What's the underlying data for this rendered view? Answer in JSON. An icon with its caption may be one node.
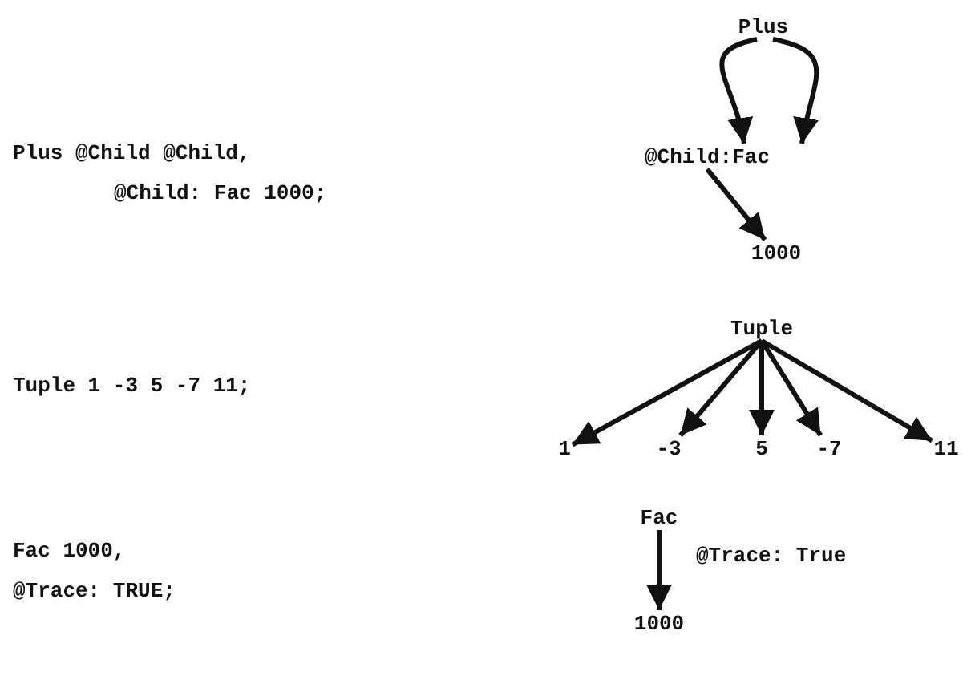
{
  "diagram": {
    "nodes": [
      {
        "text": [
          "Plus"
        ]
      },
      {
        "text": [
          "@Child:Fac"
        ]
      },
      {
        "text": [
          "1000"
        ]
      },
      {
        "text": [
          "Tuple"
        ]
      },
      {
        "text": [
          "1"
        ]
      },
      {
        "text": [
          "-3"
        ]
      },
      {
        "text": [
          "5"
        ]
      },
      {
        "text": [
          "-7"
        ]
      },
      {
        "text": [
          "11"
        ]
      },
      {
        "text": [
          "Fac"
        ]
      },
      {
        "text": [
          "1000"
        ]
      }
    ],
    "edges": [
      {
        "from": 0,
        "to": 1,
        "arrow": "to"
      },
      {
        "from": 0,
        "to": 1,
        "arrow": "to"
      },
      {
        "from": 1,
        "to": 2,
        "arrow": "to"
      },
      {
        "from": 3,
        "to": 4,
        "arrow": "to"
      },
      {
        "from": 3,
        "to": 5,
        "arrow": "to"
      },
      {
        "from": 3,
        "to": 6,
        "arrow": "to"
      },
      {
        "from": 3,
        "to": 7,
        "arrow": "to"
      },
      {
        "from": 3,
        "to": 8,
        "arrow": "to"
      },
      {
        "from": 9,
        "to": 10,
        "arrow": "to",
        "label": "@Trace: True"
      }
    ],
    "labels": [
      "Plus @Child @Child,",
      "@Child: Fac 1000;",
      "Tuple 1 -3 5 -7 11;",
      "Fac 1000,",
      "@Trace: TRUE;"
    ]
  }
}
